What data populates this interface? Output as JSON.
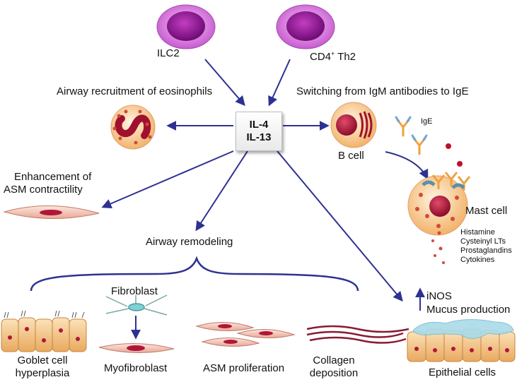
{
  "cells": {
    "ilc2": "ILC2",
    "th2_main": "CD4",
    "th2_sup": "+",
    "th2_rest": " Th2"
  },
  "center": {
    "line1": "IL-4",
    "line2": "IL-13"
  },
  "effects": {
    "eosinophils": "Airway recruitment of eosinophils",
    "ige_switch": "Switching from IgM antibodies to IgE",
    "asm_line1": "Enhancement of",
    "asm_line2": "ASM contractility",
    "remodeling": "Airway remodeling"
  },
  "b_cell": "B cell",
  "ige": "IgE",
  "mast_cell": "Mast cell",
  "mediators": [
    "Histamine",
    "Cysteinyl LTs",
    "Prostaglandins",
    "Cytokines"
  ],
  "epithelium": {
    "inos": "iNOS",
    "mucus": "Mucus production",
    "label": "Epithelial cells"
  },
  "remodeling_items": {
    "goblet_line1": "Goblet cell",
    "goblet_line2": "hyperplasia",
    "fibroblast": "Fibroblast",
    "myofibroblast": "Myofibroblast",
    "asm_prolif": "ASM  proliferation",
    "collagen_line1": "Collagen",
    "collagen_line2": "deposition"
  },
  "colors": {
    "arrow": "#2e3192",
    "th_cell": "#b02ab0",
    "nucleus": "#b0163a",
    "cell_body": "#f7d9a8",
    "epithelium": "#f3c98a",
    "mucus": "#a9dbe8"
  }
}
